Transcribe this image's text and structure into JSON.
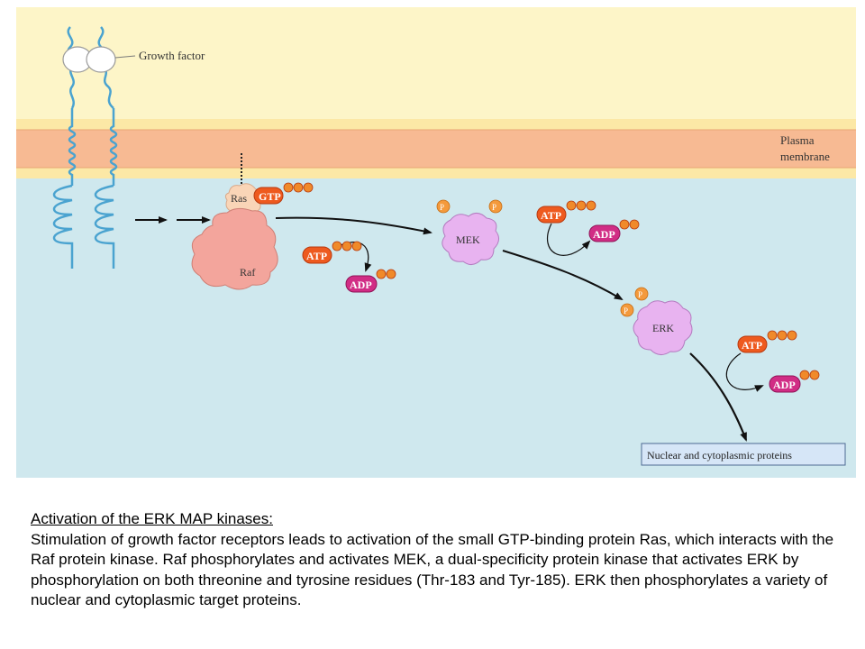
{
  "labels": {
    "growth_factor": "Growth factor",
    "plasma_membrane_line1": "Plasma",
    "plasma_membrane_line2": "membrane",
    "ras": "Ras",
    "gtp": "GTP",
    "raf": "Raf",
    "mek": "MEK",
    "erk": "ERK",
    "atp": "ATP",
    "adp": "ADP",
    "phosphate": "P",
    "target_box": "Nuclear and cytoplasmic proteins"
  },
  "caption": {
    "title": "Activation of the ERK MAP kinases:",
    "body": "Stimulation of growth factor receptors leads to activation of the small GTP-binding protein Ras, which interacts with the Raf protein kinase. Raf phosphorylates and activates MEK, a dual-specificity protein kinase that activates ERK by phosphorylation on both threonine and tyrosine residues (Thr-183 and Tyr-185). ERK then phosphorylates a variety of nuclear and cytoplasmic target proteins."
  },
  "colors": {
    "extracellular": "#fdf5c8",
    "membrane_outer": "#fce8a6",
    "membrane_core": "#f7ba93",
    "cytoplasm": "#cfe8ee",
    "receptor": "#4aa3d0",
    "ras": "#f9d5b7",
    "raf": "#f3a59c",
    "kinase": "#e8b3f0",
    "gtp_atp": "#ee5a1f",
    "adp": "#d12d85",
    "phosphate": "#f49a3c",
    "target_box": "#d6e6f7"
  }
}
